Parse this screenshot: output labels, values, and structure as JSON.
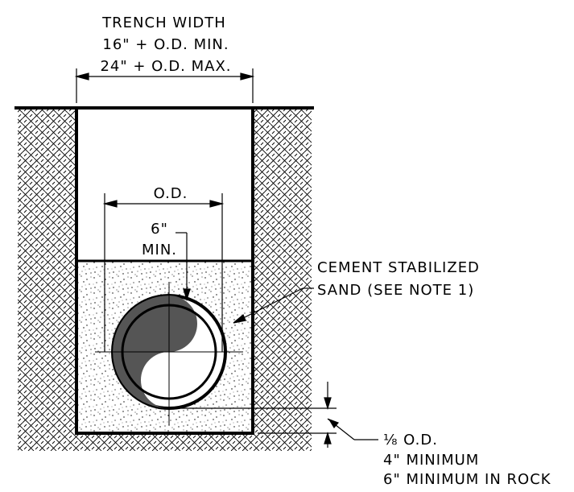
{
  "labels": {
    "trench_width_title": "TRENCH WIDTH",
    "trench_width_min": "16\" + O.D. MIN.",
    "trench_width_max": "24\" + O.D. MAX.",
    "od": "O.D.",
    "six_inch": "6\"",
    "six_inch_min": "MIN.",
    "cement_line1": "CEMENT STABILIZED",
    "cement_line2": "SAND (SEE NOTE 1)",
    "bedding_fraction": "⅛ O.D.",
    "bedding_minimum": "4\" MINIMUM",
    "bedding_rock": "6\" MINIMUM IN ROCK"
  },
  "colors": {
    "line": "#000000",
    "pipe_fill": "#555555",
    "background": "#ffffff"
  }
}
